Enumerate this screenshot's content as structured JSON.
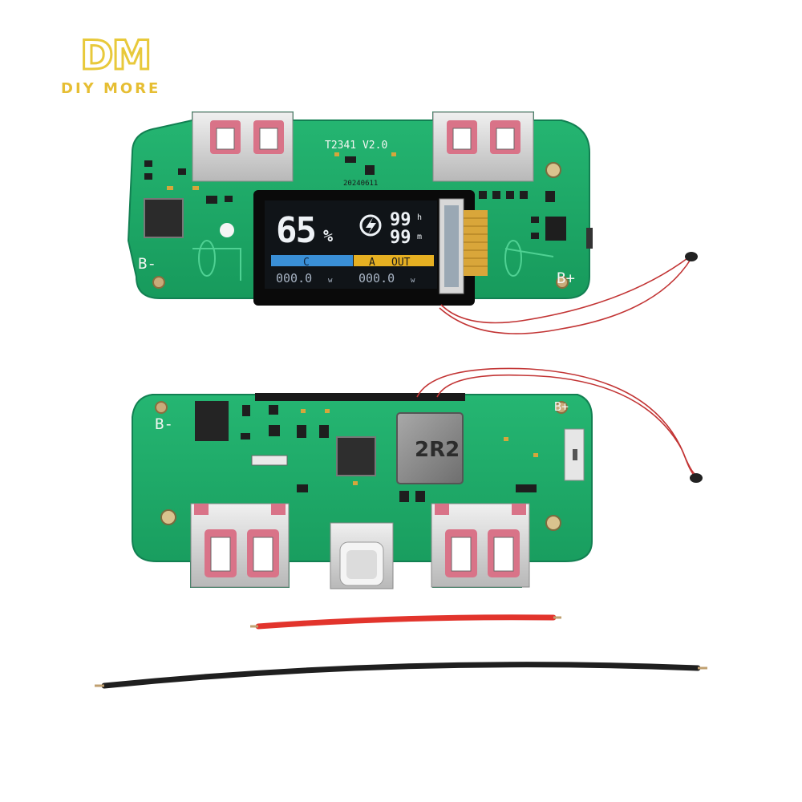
{
  "logo": {
    "mark": "DM",
    "text": "DIY MORE",
    "color": "#e6be33"
  },
  "display": {
    "battery_percent": "65",
    "percent_sign": "%",
    "hours": "99",
    "hours_unit": "h",
    "minutes": "99",
    "minutes_unit": "m",
    "charge_label": "C",
    "output_a_label": "A",
    "output_label": "OUT",
    "power_in": "000.0",
    "power_in_unit": "w",
    "power_out": "000.0",
    "power_out_unit": "w",
    "icon": "lightning-bolt-icon",
    "colors": {
      "charge_bar": "#3a8fd6",
      "out_bar": "#e6b022",
      "screen_bg": "#101418"
    }
  },
  "board": {
    "version": "T2341  V2.0",
    "date": "20240611",
    "battery_minus": "B-",
    "battery_plus": "B+",
    "inductor_label": "2R2",
    "pcb_color": "#1fae6a"
  }
}
